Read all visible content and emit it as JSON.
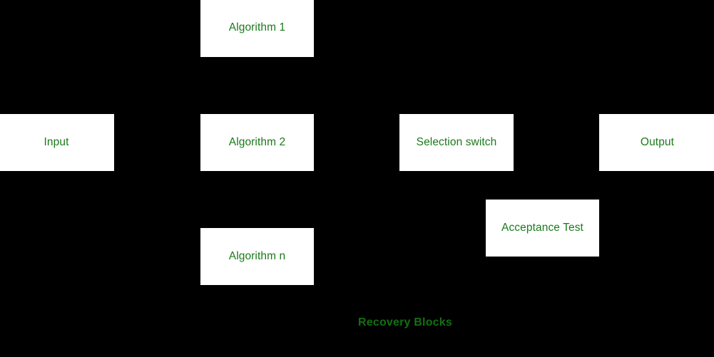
{
  "diagram": {
    "title": "Recovery Blocks",
    "background_color": "#000000",
    "node_fill_color": "#ffffff",
    "node_text_color": "#1a7a1a",
    "caption_color": "#137013",
    "nodes": [
      {
        "id": "algorithm-1",
        "label": "Algorithm 1"
      },
      {
        "id": "input",
        "label": "Input"
      },
      {
        "id": "algorithm-2",
        "label": "Algorithm 2"
      },
      {
        "id": "selection-switch",
        "label": "Selection switch"
      },
      {
        "id": "output",
        "label": "Output"
      },
      {
        "id": "algorithm-n",
        "label": "Algorithm n"
      },
      {
        "id": "acceptance-test",
        "label": "Acceptance Test"
      }
    ]
  }
}
